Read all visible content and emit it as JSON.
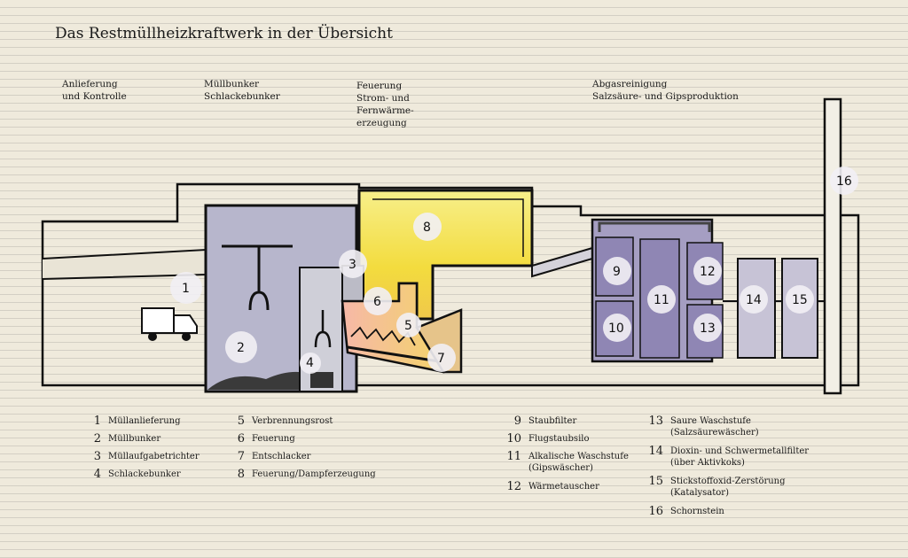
{
  "title": "Das Restmüllheizkraftwerk in der Übersicht",
  "stages": {
    "delivery": [
      "Anlieferung",
      "und Kontrolle"
    ],
    "bunker": [
      "Müllbunker",
      "Schlackebunker"
    ],
    "firing": [
      "Feuerung",
      "Strom- und",
      "Fernwärme-",
      "erzeugung"
    ],
    "flue_gas": [
      "Abgasreinigung",
      "Salzsäure- und Gipsproduktion"
    ]
  },
  "components": [
    {
      "n": "1",
      "label": "Müllanlieferung"
    },
    {
      "n": "2",
      "label": "Müllbunker"
    },
    {
      "n": "3",
      "label": "Müllaufgabetrichter"
    },
    {
      "n": "4",
      "label": "Schlackebunker"
    },
    {
      "n": "5",
      "label": "Verbrennungsrost"
    },
    {
      "n": "6",
      "label": "Feuerung"
    },
    {
      "n": "7",
      "label": "Entschlacker"
    },
    {
      "n": "8",
      "label": "Feuerung/Dampferzeugung"
    },
    {
      "n": "9",
      "label": "Staubfilter"
    },
    {
      "n": "10",
      "label": "Flugstaubsilo"
    },
    {
      "n": "11",
      "label": "Alkalische Waschstufe",
      "sub": "(Gipswäscher)"
    },
    {
      "n": "12",
      "label": "Wärmetauscher"
    },
    {
      "n": "13",
      "label": "Saure Waschstufe",
      "sub": "(Salzsäurewäscher)"
    },
    {
      "n": "14",
      "label": "Dioxin- und Schwermetallfilter",
      "sub": "(über Aktivkoks)"
    },
    {
      "n": "15",
      "label": "Stickstoffoxid-Zerstörung",
      "sub": "(Katalysator)"
    },
    {
      "n": "16",
      "label": "Schornstein"
    }
  ],
  "colors": {
    "outline": "#111111",
    "bunker_fill": "#b7b6cc",
    "filter_fill": "#8f86b4",
    "flame": "#f4e04a",
    "white_spot": "#f2f0f5"
  }
}
